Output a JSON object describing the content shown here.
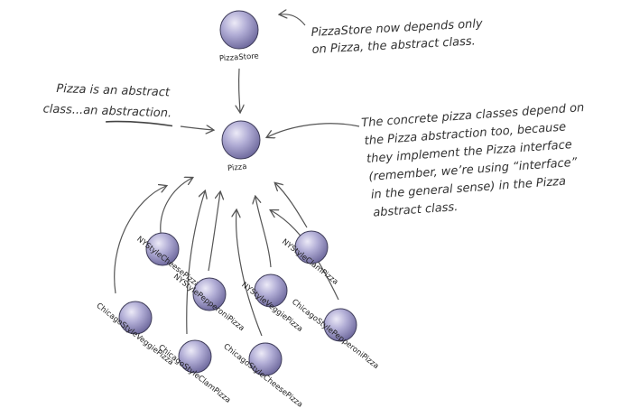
{
  "nodes": {
    "pizzastore": "PizzaStore",
    "pizza": "Pizza",
    "ny_cheese": "NYStyleCheesePizza",
    "ny_clam": "NYStyleClamPizza",
    "ny_pepperoni": "NYStylePepperoniPizza",
    "ny_veggie": "NYStyleVeggiePizza",
    "chicago_veggie": "ChicagoStyleVeggiePizza",
    "chicago_pepperoni": "ChicagoStylePepperoniPizza",
    "chicago_clam": "ChicagoStyleClamPizza",
    "chicago_cheese": "ChicagoStyleCheesePizza"
  },
  "annotations": {
    "pizzastore_note": [
      "PizzaStore now depends only",
      "on Pizza, the abstract class."
    ],
    "abstract_note_line1": "Pizza is an abstract",
    "abstract_note_line2_prefix": "class...an ",
    "abstract_note_line2_emph": "abstraction",
    "abstract_note_line2_suffix": ".",
    "concrete_note": [
      "The concrete pizza classes depend on",
      "the Pizza abstraction too, because",
      "they implement the Pizza interface",
      "(remember, we’re using “interface”",
      "in the general sense) in the Pizza",
      "abstract class."
    ]
  },
  "colors": {
    "node_fill": "#9b97c4",
    "node_highlight": "#e4e2f4",
    "node_stroke": "#3f3d5a",
    "arrow": "#555555",
    "text": "#333333"
  }
}
